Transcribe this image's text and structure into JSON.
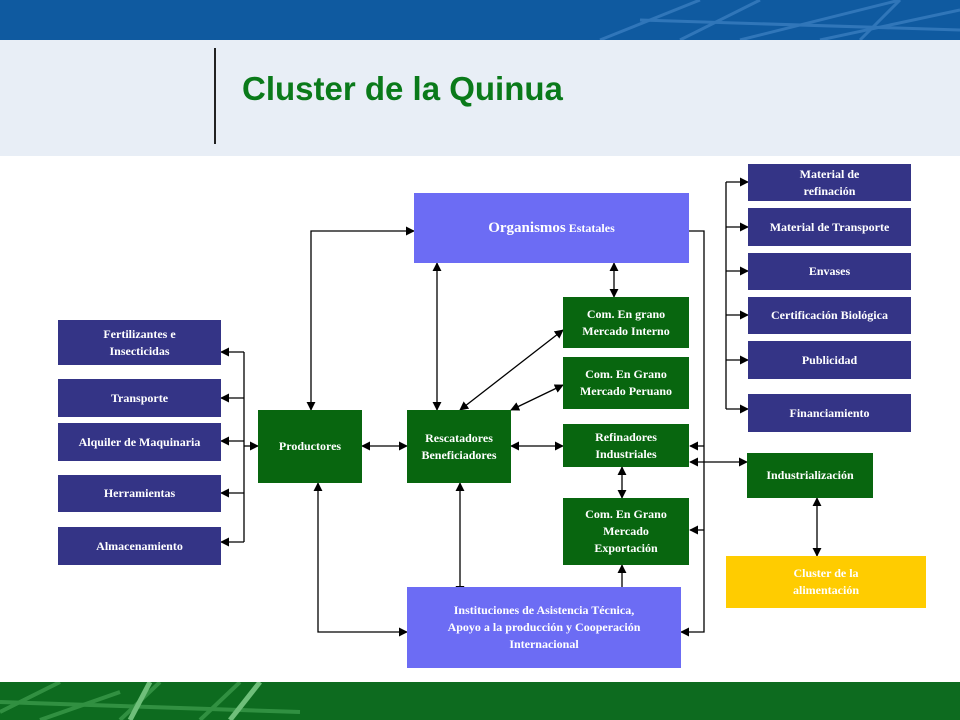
{
  "title": "Cluster de la Quinua",
  "colors": {
    "navy": "#343486",
    "green": "#08660f",
    "violet": "#6c6cf4",
    "gold": "#ffcc00",
    "title_green": "#0a7a1a",
    "top_bar": "#0f5aa0",
    "bottom_bar": "#0d6b1f"
  },
  "inputs_left": {
    "fertilizantes": "Fertilizantes e\nInsecticidas",
    "transporte": "Transporte",
    "alquiler": "Alquiler de Maquinaria",
    "herramientas": "Herramientas",
    "almacenamiento": "Almacenamiento"
  },
  "core": {
    "productores": "Productores",
    "rescatadores": "Rescatadores\nBeneficiadores",
    "organismos_main": "Organismos",
    "organismos_sub": "Estatales",
    "instituciones": "Instituciones de Asistencia Técnica,\nApoyo a la producción y Cooperación\nInternacional"
  },
  "markets": {
    "interno": "Com. En grano\nMercado Interno",
    "peruano": "Com. En Grano\nMercado Peruano",
    "refinadores": "Refinadores\nIndustriales",
    "exportacion": "Com. En Grano\nMercado\nExportación"
  },
  "services_right": {
    "material_refinacion": "Material de\nrefinación",
    "material_transporte": "Material de Transporte",
    "envases": "Envases",
    "certificacion": "Certificación Biológica",
    "publicidad": "Publicidad",
    "financiamiento": "Financiamiento"
  },
  "industrializacion": "Industrialización",
  "cluster_alimentacion": "Cluster de la\nalimentación"
}
